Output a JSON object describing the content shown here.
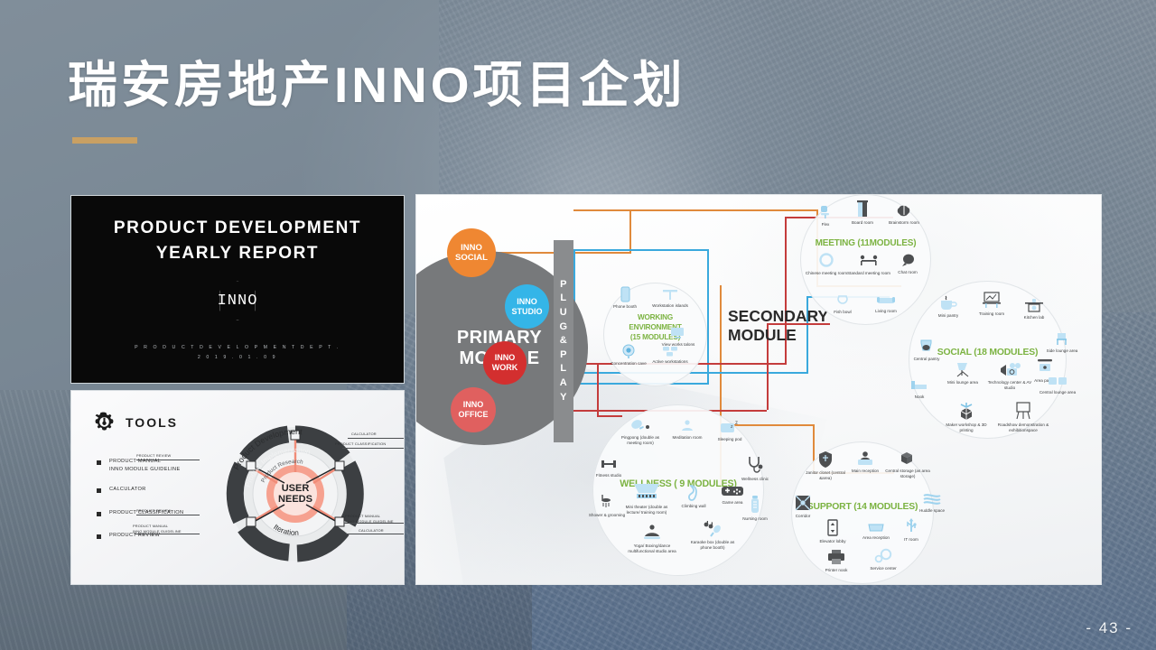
{
  "slide": {
    "title": "瑞安房地产INNO项目企划",
    "page_number": "- 43 -",
    "accent_color": "#c9a063"
  },
  "report_card": {
    "title_line1": "PRODUCT DEVELOPMENT",
    "title_line2": "YEARLY REPORT",
    "logo_text": "INNO",
    "dept": "P R O D U C T   D E V E L O P M E N T   D E P T .",
    "date": "2 0 1 9 . 0 1 . 0 9"
  },
  "tools_card": {
    "heading": "TOOLS",
    "items": [
      {
        "label": "PRODUCT MANUAL\nINNO MODULE GUIDELINE"
      },
      {
        "label": "CALCULATOR"
      },
      {
        "label": "PRODUCT CLASSIFICATION"
      },
      {
        "label": "PRODUCT REVIEW"
      }
    ],
    "wheel": {
      "center_line1": "USER",
      "center_line2": "NEEDS",
      "ring_top": "Product Development",
      "ring_upper": "Product Implementation",
      "ring_inner": "Product Research",
      "ring_bottom": "Iteration",
      "callouts": [
        "CALCULATOR",
        "PRODUCT CLASSIFICATION",
        "PRODUCT REVIEW",
        "PRODUCT REVIEW",
        "PRODUCT MANUAL\nINNO MODULE GUIDELINE",
        "PRODUCT MANUAL\nINNO MODULE GUIDELINE",
        "CALCULATOR"
      ]
    }
  },
  "diagram": {
    "primary_module": "PRIMARY\nMODULE",
    "secondary_module": "SECONDARY\nMODULE",
    "plug_and_play": "PLUG & PLAY",
    "bubbles": [
      {
        "name": "inno-social",
        "label": "INNO\nSOCIAL",
        "color": "#ef8732"
      },
      {
        "name": "inno-studio",
        "label": "INNO\nSTUDIO",
        "color": "#34b5e8"
      },
      {
        "name": "inno-work",
        "label": "INNO\nWORK",
        "color": "#d32f2f"
      },
      {
        "name": "inno-office",
        "label": "INNO\nOFFICE",
        "color": "#e0605f"
      }
    ],
    "clusters": [
      {
        "id": "working-environment",
        "title": "WORKING\nENVIRONMENT\n(15 MODULES)",
        "modules": [
          {
            "label": "Phone booth",
            "icon": "phone-booth-icon"
          },
          {
            "label": "Workstation islands",
            "icon": "workstation-islands-icon"
          },
          {
            "label": "View works  talons",
            "icon": "view-works-icon"
          },
          {
            "label": "Concentration cave",
            "icon": "concentration-cave-icon"
          },
          {
            "label": "Active workstations",
            "icon": "active-workstations-icon"
          }
        ]
      },
      {
        "id": "meeting",
        "title": "MEETING (11MODULES)",
        "modules": [
          {
            "label": "Flex",
            "icon": "office-chair-icon"
          },
          {
            "label": "Board room",
            "icon": "board-room-icon"
          },
          {
            "label": "Brainstorm room",
            "icon": "brainstorm-icon"
          },
          {
            "label": "Chinese meeting room",
            "icon": "chinese-meeting-icon"
          },
          {
            "label": "Standard meeting room",
            "icon": "standard-meeting-icon"
          },
          {
            "label": "Chat room",
            "icon": "chat-bubble-icon"
          },
          {
            "label": "Fish bowl",
            "icon": "fish-bowl-icon"
          },
          {
            "label": "Living room",
            "icon": "sofa-icon"
          }
        ]
      },
      {
        "id": "social",
        "title": "SOCIAL (18 MODULES)",
        "modules": [
          {
            "label": "Mini pantry",
            "icon": "coffee-cup-icon"
          },
          {
            "label": "Training room",
            "icon": "training-board-icon"
          },
          {
            "label": "Kitchen lab",
            "icon": "kitchen-icon"
          },
          {
            "label": "Central pantry",
            "icon": "coffee-pot-icon"
          },
          {
            "label": "Mini lounge area",
            "icon": "lounge-chair-icon"
          },
          {
            "label": "Technology center & AV studio",
            "icon": "av-studio-icon"
          },
          {
            "label": "Area pantry",
            "icon": "area-pantry-icon"
          },
          {
            "label": "Side lounge area",
            "icon": "side-chair-icon"
          },
          {
            "label": "Nook",
            "icon": "nook-sofa-icon"
          },
          {
            "label": "Central lounge area",
            "icon": "central-lounge-icon"
          },
          {
            "label": "Maker workshop & 3D printing",
            "icon": "3d-printer-icon"
          },
          {
            "label": "Roadshow demonstration & exhibitionspace",
            "icon": "easel-icon"
          }
        ]
      },
      {
        "id": "wellness",
        "title": "WELLNESS ( 9 MODULES)",
        "modules": [
          {
            "label": "Pingpong (double as meeting room)",
            "icon": "pingpong-icon"
          },
          {
            "label": "Meditation room",
            "icon": "meditation-icon"
          },
          {
            "label": "Sleeping pod",
            "icon": "sleeping-pod-icon"
          },
          {
            "label": "Fitness studio",
            "icon": "dumbbell-icon"
          },
          {
            "label": "Mini theater (double as lecture/ training room)",
            "icon": "theater-icon"
          },
          {
            "label": "Climbing wall",
            "icon": "climbing-hold-icon"
          },
          {
            "label": "Game area",
            "icon": "gamepad-icon"
          },
          {
            "label": "Wellness clinic",
            "icon": "stethoscope-icon"
          },
          {
            "label": "Shower & grooming",
            "icon": "shower-icon"
          },
          {
            "label": "Nursing room",
            "icon": "baby-bottle-icon"
          },
          {
            "label": "Yoga/ Boxing/dance multifunctional studio area",
            "icon": "yoga-icon"
          },
          {
            "label": "Karaoke box (double as phone booth)",
            "icon": "microphone-icon"
          }
        ]
      },
      {
        "id": "support",
        "title": "SUPPORT (14 MODULES)",
        "modules": [
          {
            "label": "Janitor closet (central &area)",
            "icon": "shield-icon"
          },
          {
            "label": "Main reception",
            "icon": "reception-icon"
          },
          {
            "label": "Central storage (as area storage)",
            "icon": "boxes-icon"
          },
          {
            "label": "Corridor",
            "icon": "corridor-icon"
          },
          {
            "label": "Elevator lobby",
            "icon": "elevator-icon"
          },
          {
            "label": "Area reception",
            "icon": "area-reception-icon"
          },
          {
            "label": "IT room",
            "icon": "usb-icon"
          },
          {
            "label": "Huddle space",
            "icon": "huddle-icon"
          },
          {
            "label": "Printer nook",
            "icon": "printer-icon"
          },
          {
            "label": "Service center",
            "icon": "gears-icon"
          }
        ]
      }
    ]
  }
}
